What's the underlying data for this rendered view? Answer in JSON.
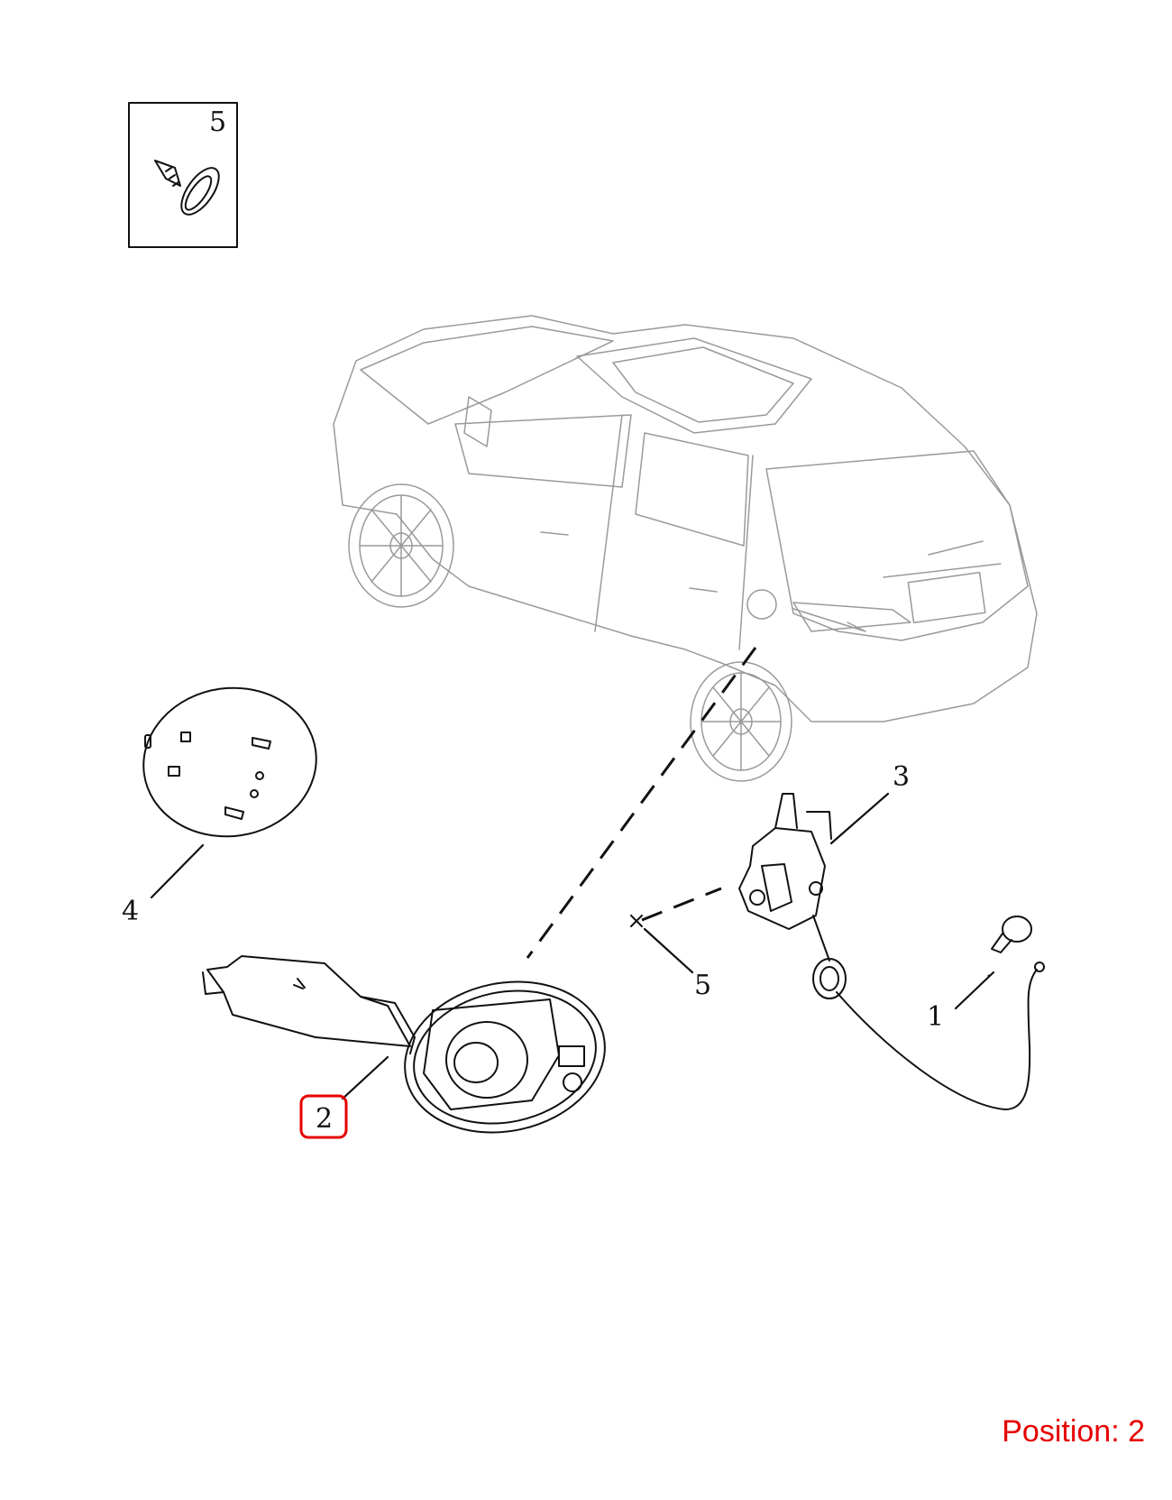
{
  "callouts": {
    "inset": "5",
    "p1": "1",
    "p2": "2",
    "p3": "3",
    "p4": "4",
    "p5": "5"
  },
  "position_label": "Position: 2",
  "colors": {
    "highlight": "#e60000",
    "line": "#111111",
    "vehicle": "#9a9a9a"
  }
}
